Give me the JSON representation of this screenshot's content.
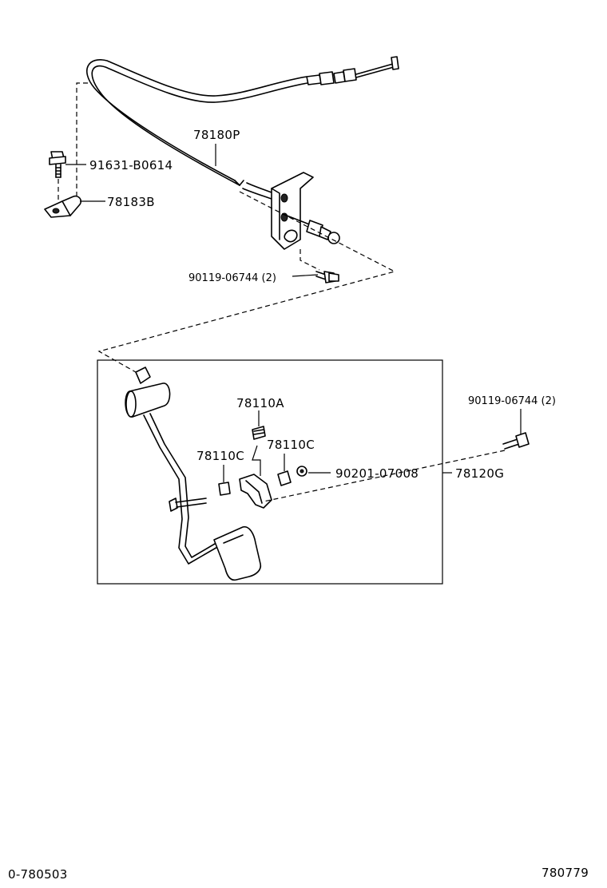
{
  "labels": {
    "cable": "78180P",
    "bolt_top": "91631-B0614",
    "clamp": "78183B",
    "bolt_bracket": "90119-06744 (2)",
    "bolt_right": "90119-06744 (2)",
    "part_a": "78110A",
    "part_c_right": "78110C",
    "part_c_left": "78110C",
    "pin": "90201-07008",
    "pedal_assy": "78120G"
  },
  "footer": {
    "left": "0-780503",
    "right": "780779"
  }
}
